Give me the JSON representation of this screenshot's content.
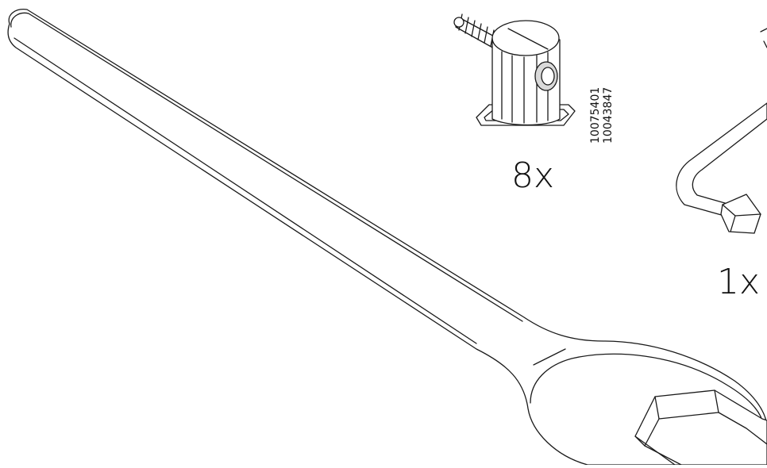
{
  "parts": {
    "cam_lock": {
      "quantity": "8x",
      "part_numbers": [
        "10075401",
        "10043847"
      ]
    },
    "allen_key": {
      "quantity": "1x"
    },
    "wrench": {}
  },
  "colors": {
    "line": "#1a1a1a",
    "fill": "#ffffff",
    "shade": "#d9d9d9"
  }
}
